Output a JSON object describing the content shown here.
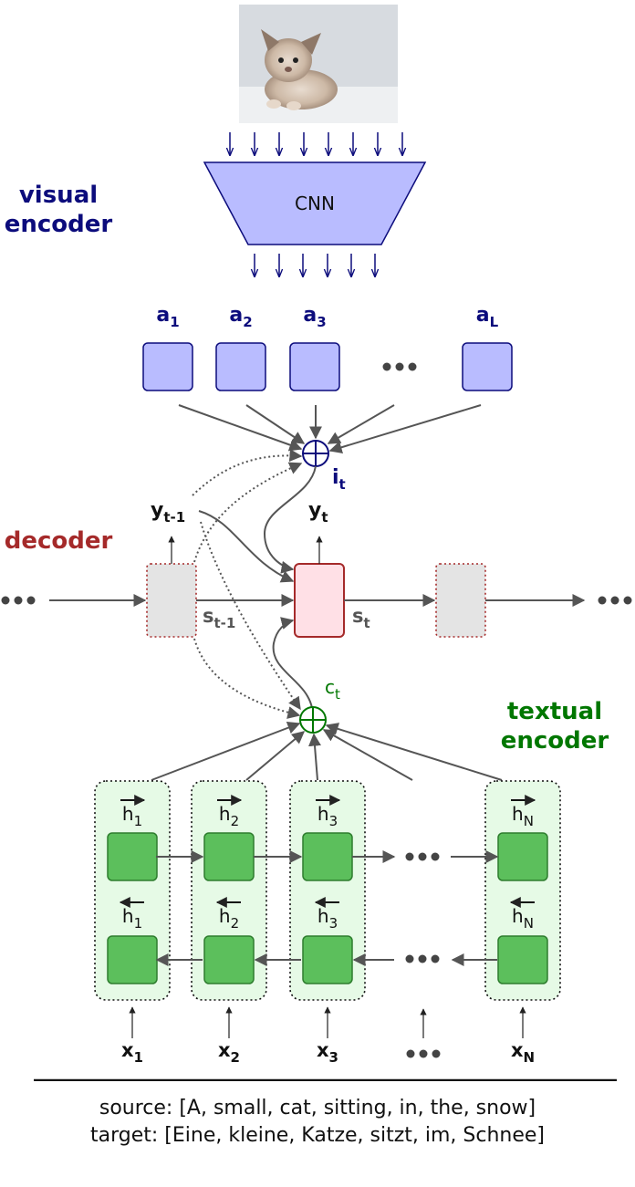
{
  "labels": {
    "visual_encoder": [
      "visual",
      "encoder"
    ],
    "decoder": "decoder",
    "textual_encoder": [
      "textual",
      "encoder"
    ],
    "cnn": "CNN"
  },
  "annotations": [
    {
      "sym": "a",
      "sub": "1"
    },
    {
      "sym": "a",
      "sub": "2"
    },
    {
      "sym": "a",
      "sub": "3"
    },
    {
      "sym": "a",
      "sub": "L"
    }
  ],
  "decoder_labels": {
    "y_prev": {
      "sym": "y",
      "sub": "t-1"
    },
    "y_cur": {
      "sym": "y",
      "sub": "t"
    },
    "s_prev": {
      "sym": "s",
      "sub": "t-1"
    },
    "s_cur": {
      "sym": "s",
      "sub": "t"
    },
    "i_t": {
      "sym": "i",
      "sub": "t"
    },
    "c_t": {
      "sym": "c",
      "sub": "t"
    }
  },
  "textual_units": [
    {
      "sub": "1",
      "x_sub": "1"
    },
    {
      "sub": "2",
      "x_sub": "2"
    },
    {
      "sub": "3",
      "x_sub": "3"
    },
    {
      "sub": "N",
      "x_sub": "N"
    }
  ],
  "hidden_symbol": "h",
  "input_symbol": "x",
  "footer": {
    "source": "source: [A, small, cat, sitting, in, the, snow]",
    "target": "target: [Eine, kleine, Katze, sitzt, im, Schnee]"
  },
  "colors": {
    "navy": "#0c0c7c",
    "dark_red": "#a52a2a",
    "dark_green": "#007700",
    "lavender_fill": "#b9bcff",
    "green_fill": "#5cbf5c",
    "green_bg": "#e6fae6",
    "pink_fill": "#ffe0e6",
    "gray_fill": "#e4e4e4",
    "arrow_gray": "#555555"
  }
}
